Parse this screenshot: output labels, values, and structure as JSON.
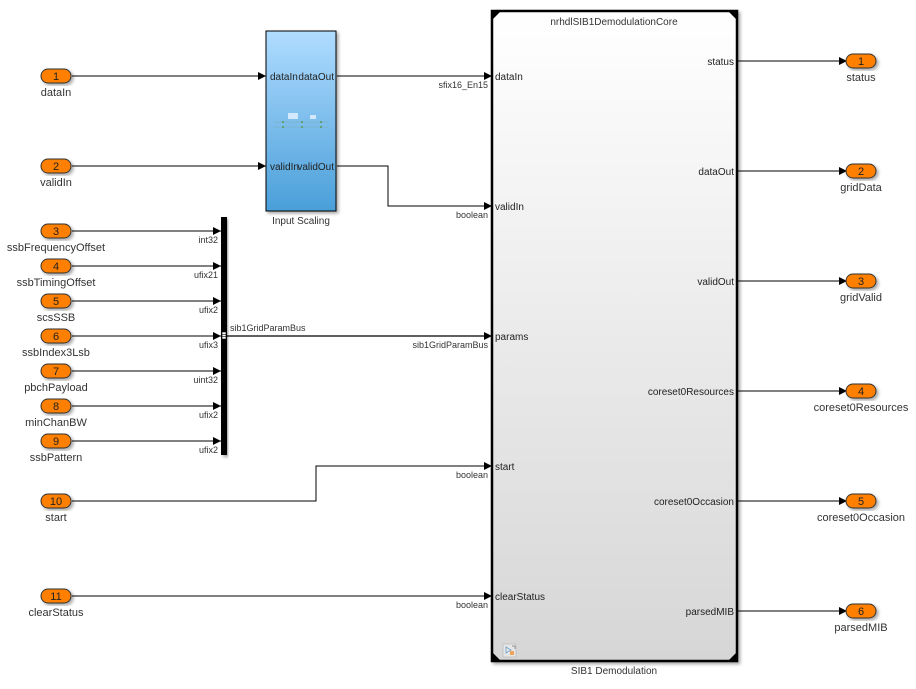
{
  "colors": {
    "port_fill": "#ff8000",
    "port_stroke": "#333333",
    "subsystem_gradient_top": "#b0dcff",
    "subsystem_gradient_bottom": "#4a9fd9",
    "core_gradient_top": "#ffffff",
    "core_gradient_bottom": "#d9d9d9",
    "wire": "#000000",
    "bus_bar": "#000000"
  },
  "inports": [
    {
      "num": "1",
      "name": "dataIn"
    },
    {
      "num": "2",
      "name": "validIn"
    },
    {
      "num": "3",
      "name": "ssbFrequencyOffset"
    },
    {
      "num": "4",
      "name": "ssbTimingOffset"
    },
    {
      "num": "5",
      "name": "scsSSB"
    },
    {
      "num": "6",
      "name": "ssbIndex3Lsb"
    },
    {
      "num": "7",
      "name": "pbchPayload"
    },
    {
      "num": "8",
      "name": "minChanBW"
    },
    {
      "num": "9",
      "name": "ssbPattern"
    },
    {
      "num": "10",
      "name": "start"
    },
    {
      "num": "11",
      "name": "clearStatus"
    }
  ],
  "outports": [
    {
      "num": "1",
      "name": "status"
    },
    {
      "num": "2",
      "name": "gridData"
    },
    {
      "num": "3",
      "name": "gridValid"
    },
    {
      "num": "4",
      "name": "coreset0Resources"
    },
    {
      "num": "5",
      "name": "coreset0Occasion"
    },
    {
      "num": "6",
      "name": "parsedMIB"
    }
  ],
  "bus_creator": {
    "input_types": [
      "int32",
      "ufix21",
      "ufix2",
      "ufix3",
      "uint32",
      "ufix2",
      "ufix2"
    ],
    "output_signal_name": "sib1GridParamBus"
  },
  "input_scaling": {
    "name": "Input Scaling",
    "inputs": [
      "dataIn",
      "validIn"
    ],
    "outputs": [
      "dataOut",
      "validOut"
    ]
  },
  "core": {
    "name": "SIB1 Demodulation",
    "reference_model": "nrhdlSIB1DemodulationCore",
    "inputs": [
      "dataIn",
      "validIn",
      "params",
      "start",
      "clearStatus"
    ],
    "outputs": [
      "status",
      "dataOut",
      "validOut",
      "coreset0Resources",
      "coreset0Occasion",
      "parsedMIB"
    ],
    "input_types": [
      "sfix16_En15",
      "boolean",
      "sib1GridParamBus",
      "boolean",
      "boolean"
    ]
  }
}
